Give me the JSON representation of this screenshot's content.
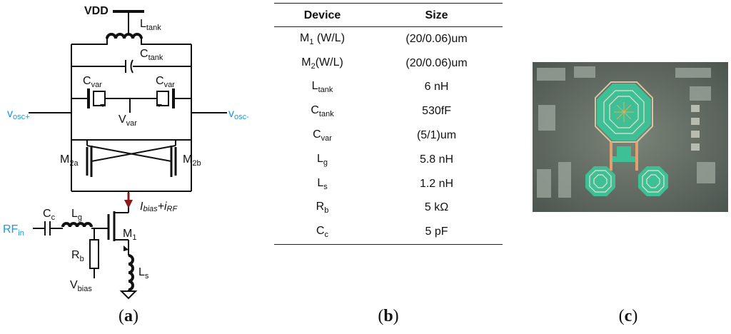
{
  "panel_a": {
    "vdd": "VDD",
    "ltank": {
      "main": "L",
      "sub": "tank"
    },
    "ctank": {
      "main": "C",
      "sub": "tank"
    },
    "cvar_left": {
      "main": "C",
      "sub": "var"
    },
    "cvar_right": {
      "main": "C",
      "sub": "var"
    },
    "vvar": {
      "main": "V",
      "sub": "var"
    },
    "vosc_plus": {
      "main": "v",
      "sub": "osc+"
    },
    "vosc_minus": {
      "main": "v",
      "sub": "osc-"
    },
    "m2a": {
      "main": "M",
      "sub": "2a"
    },
    "m2b": {
      "main": "M",
      "sub": "2b"
    },
    "ibias": {
      "main1": "I",
      "sub1": "bias",
      "plus": "+",
      "main2": "i",
      "sub2": "RF"
    },
    "cc": {
      "main": "C",
      "sub": "c"
    },
    "lg": {
      "main": "L",
      "sub": "g"
    },
    "rfin": {
      "main": "RF",
      "sub": "in"
    },
    "m1": {
      "main": "M",
      "sub": "1"
    },
    "rb": {
      "main": "R",
      "sub": "b"
    },
    "ls": {
      "main": "L",
      "sub": "s"
    },
    "vbias": {
      "main": "V",
      "sub": "bias"
    }
  },
  "captions": {
    "a": "a",
    "b": "b",
    "c": "c"
  },
  "table": {
    "headers": [
      "Device",
      "Size"
    ],
    "rows": [
      {
        "dev": "M",
        "sub": "1",
        "suffix": " (W/L)",
        "size": "(20/0.06)um"
      },
      {
        "dev": "M",
        "sub": "2",
        "suffix": "(W/L)",
        "size": "(20/0.06)um"
      },
      {
        "dev": "L",
        "sub": "tank",
        "suffix": "",
        "size": "6 nH"
      },
      {
        "dev": "C",
        "sub": "tank",
        "suffix": "",
        "size": "530fF"
      },
      {
        "dev": "C",
        "sub": "var",
        "suffix": "",
        "size": "(5/1)um"
      },
      {
        "dev": "L",
        "sub": "g",
        "suffix": "",
        "size": "5.8 nH"
      },
      {
        "dev": "L",
        "sub": "s",
        "suffix": "",
        "size": "1.2 nH"
      },
      {
        "dev": "R",
        "sub": "b",
        "suffix": "",
        "size": "5 kΩ"
      },
      {
        "dev": "C",
        "sub": "c",
        "suffix": "",
        "size": "5 pF"
      }
    ]
  },
  "colors": {
    "label_blue": "#1a9ad6",
    "arrow": "#8b1a1a",
    "chip_green": "#3fbf95",
    "chip_bg": "#6f7a70"
  }
}
